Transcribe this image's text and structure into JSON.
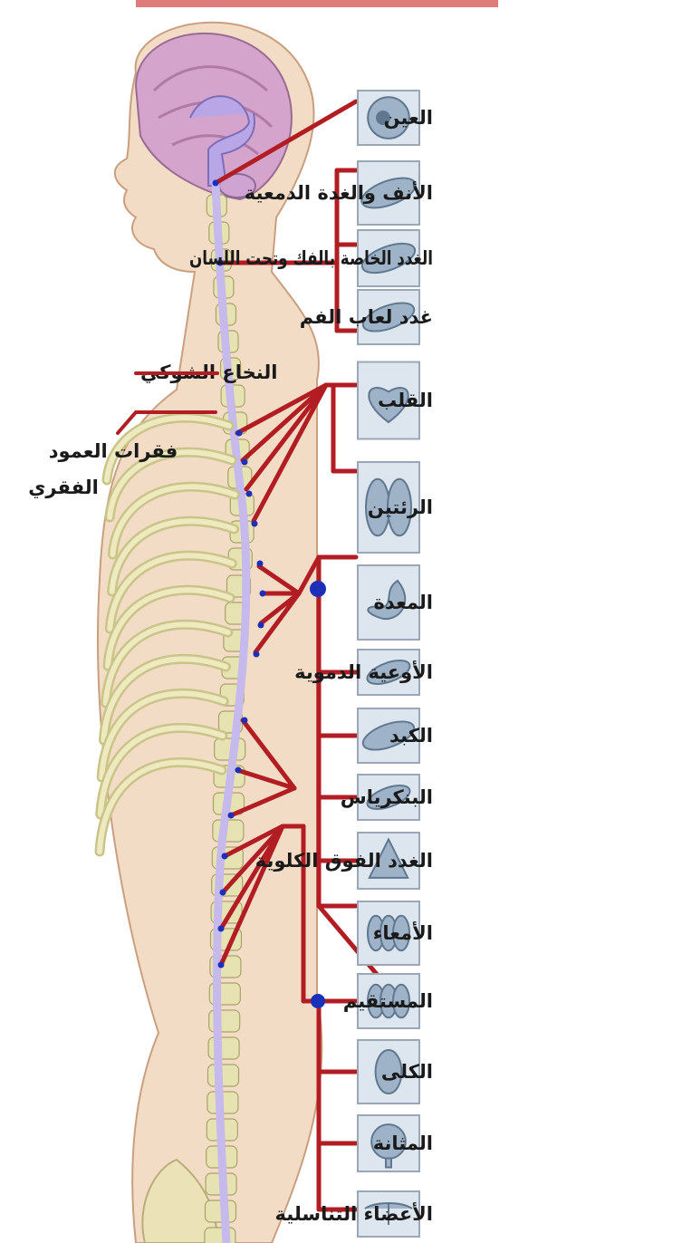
{
  "title_strip_color": "#e07b7b",
  "colors": {
    "nerve": "#b11d22",
    "node": "#1c2fb8",
    "skin": "#f3dcc5",
    "brain": "#d5a4cc",
    "bone": "#e7e2b2"
  },
  "body_labels": {
    "spinal_cord": "النخاع الشوكي",
    "vertebrae_line1": "فقرات العمود",
    "vertebrae_line2": "الفقري"
  },
  "organs": [
    {
      "label": "العين",
      "icon": "eye-icon"
    },
    {
      "label": "الأنف والغدة الدمعية",
      "icon": "nose-gland-icon"
    },
    {
      "label": "الغدد الخاصة بالفك وتحت اللسان",
      "icon": "jaw-gland-icon"
    },
    {
      "label": "غدد لعاب الفم",
      "icon": "salivary-gland-icon"
    },
    {
      "label": "القلب",
      "icon": "heart-icon"
    },
    {
      "label": "الرئتين",
      "icon": "lungs-icon"
    },
    {
      "label": "المعدة",
      "icon": "stomach-icon"
    },
    {
      "label": "الأوعية الدموية",
      "icon": "blood-vessel-icon"
    },
    {
      "label": "الكبد",
      "icon": "liver-icon"
    },
    {
      "label": "البنكرياس",
      "icon": "pancreas-icon"
    },
    {
      "label": "الغدد الفوق الكلوية",
      "icon": "adrenal-gland-icon"
    },
    {
      "label": "الأمعاء",
      "icon": "intestines-icon"
    },
    {
      "label": "المستقيم",
      "icon": "rectum-icon"
    },
    {
      "label": "الكلى",
      "icon": "kidney-icon"
    },
    {
      "label": "المثانة",
      "icon": "bladder-icon"
    },
    {
      "label": "الأعضاء التناسلية",
      "icon": "reproductive-organs-icon"
    }
  ]
}
